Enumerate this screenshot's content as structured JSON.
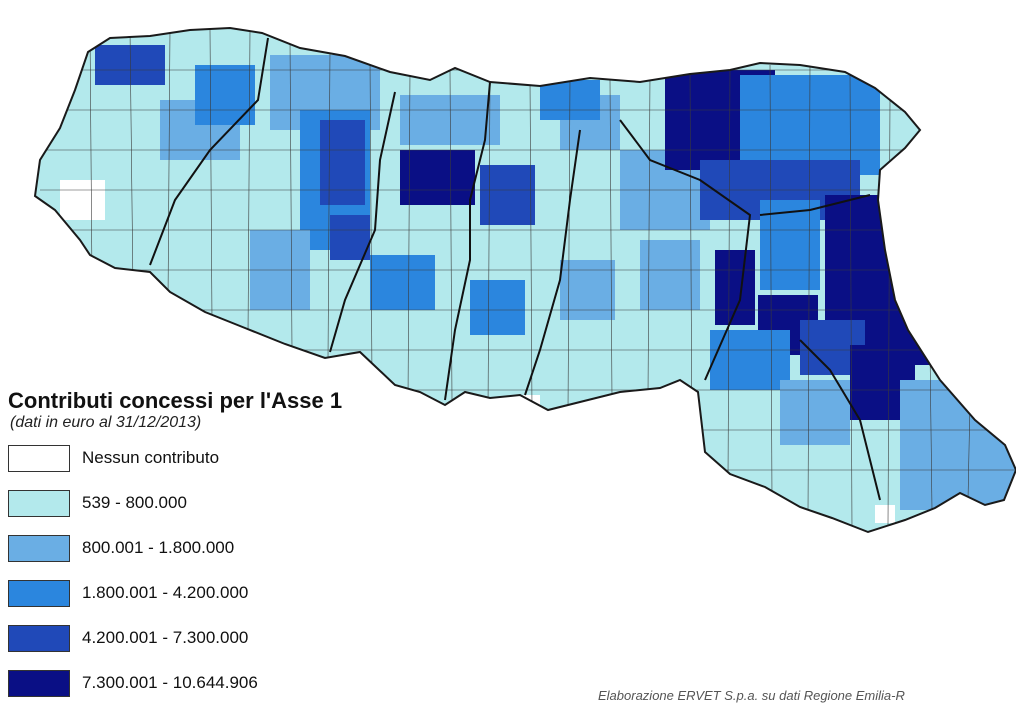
{
  "legend": {
    "title": "Contributi concessi per l'Asse 1",
    "subtitle": "(dati in euro al 31/12/2013)",
    "classes": [
      {
        "label": "Nessun contributo",
        "color": "#ffffff"
      },
      {
        "label": "539 - 800.000",
        "color": "#b3e9ec"
      },
      {
        "label": "800.001 - 1.800.000",
        "color": "#6aaee4"
      },
      {
        "label": "1.800.001 - 4.200.000",
        "color": "#2b86de"
      },
      {
        "label": "4.200.001 - 7.300.000",
        "color": "#2049b8"
      },
      {
        "label": "7.300.001 - 10.644.906",
        "color": "#0a0f85"
      }
    ]
  },
  "source_note": "Elaborazione ERVET S.p.a. su dati Regione Emilia-R",
  "map": {
    "border_color": "#1a1a1a"
  }
}
